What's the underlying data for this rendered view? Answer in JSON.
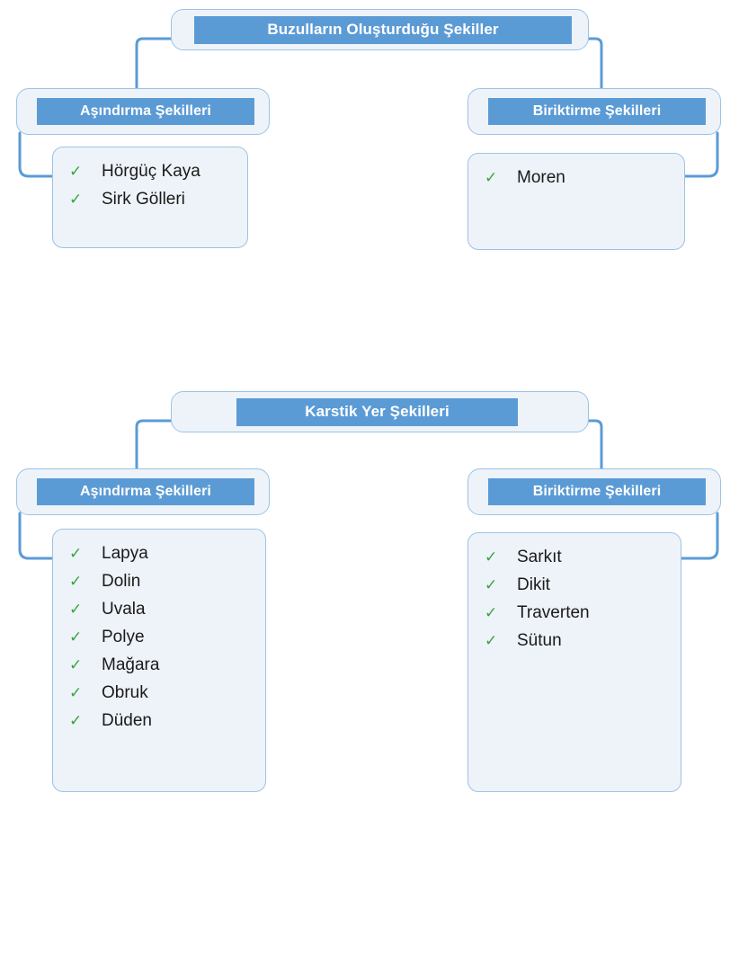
{
  "page": {
    "background": "#ffffff",
    "accent_blue": "#5b9bd5",
    "card_fill": "#eef3f9",
    "card_border": "#9cc3e5",
    "check_green": "#3aa33a",
    "check_glyph": "✓"
  },
  "diagrams": [
    {
      "id": "buzul",
      "title": "Buzulların Oluşturduğu Şekiller",
      "branches": [
        {
          "id": "buzul-asindirma",
          "header": "Aşındırma Şekilleri",
          "items": [
            "Hörgüç Kaya",
            "Sirk Gölleri"
          ]
        },
        {
          "id": "buzul-biriktirme",
          "header": "Biriktirme Şekilleri",
          "items": [
            "Moren"
          ]
        }
      ]
    },
    {
      "id": "karstik",
      "title": "Karstik Yer Şekilleri",
      "branches": [
        {
          "id": "karstik-asindirma",
          "header": "Aşındırma Şekilleri",
          "items": [
            "Lapya",
            "Dolin",
            "Uvala",
            "Polye",
            "Mağara",
            "Obruk",
            "Düden"
          ]
        },
        {
          "id": "karstik-biriktirme",
          "header": "Biriktirme Şekilleri",
          "items": [
            "Sarkıt",
            "Dikit",
            "Traverten",
            "Sütun"
          ]
        }
      ]
    }
  ]
}
